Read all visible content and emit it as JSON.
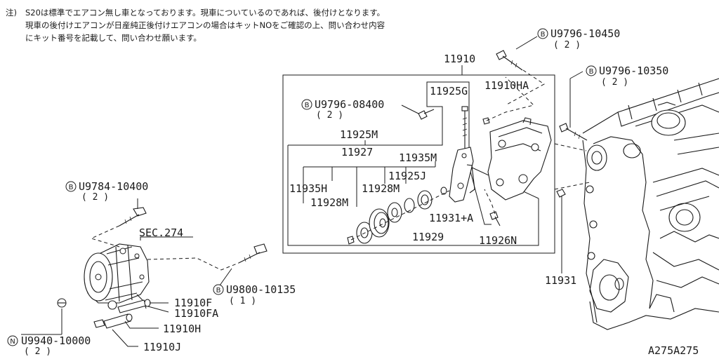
{
  "note": {
    "prefix": "注)",
    "line1": "S20は標準でエアコン無し車となっております。現車についているのであれば、後付けとなります。",
    "line2": "現車の後付けエアコンが日産純正後付けエアコンの場合はキットNOをご確認の上、問い合わせ内容",
    "line3": "にキット番号を記載して、問い合わせ願います。"
  },
  "labels": {
    "p11910": "11910",
    "p11925g": "11925G",
    "p11910ha": "11910HA",
    "p11925m": "11925M",
    "p11927": "11927",
    "p11935m": "11935M",
    "p11925j": "11925J",
    "p11935h": "11935H",
    "p11928m_a": "11928M",
    "p11928m_b": "11928M",
    "p11931a": "11931+A",
    "p11929": "11929",
    "p11926n": "11926N",
    "p11931": "11931",
    "sec274": "SEC.274",
    "p11910f": "11910F",
    "p11910fa": "11910FA",
    "p11910h": "11910H",
    "p11910j": "11910J",
    "diagram_id": "A275A275"
  },
  "fasteners": [
    {
      "badge": "B",
      "code": "U9796-10450",
      "qty": "( 2 )"
    },
    {
      "badge": "B",
      "code": "U9796-10350",
      "qty": "( 2 )"
    },
    {
      "badge": "B",
      "code": "U9796-08400",
      "qty": "( 2 )"
    },
    {
      "badge": "B",
      "code": "U9784-10400",
      "qty": "( 2 )"
    },
    {
      "badge": "B",
      "code": "U9800-10135",
      "qty": "( 1 )"
    },
    {
      "badge": "N",
      "code": "U9940-10000",
      "qty": "( 2 )"
    }
  ]
}
